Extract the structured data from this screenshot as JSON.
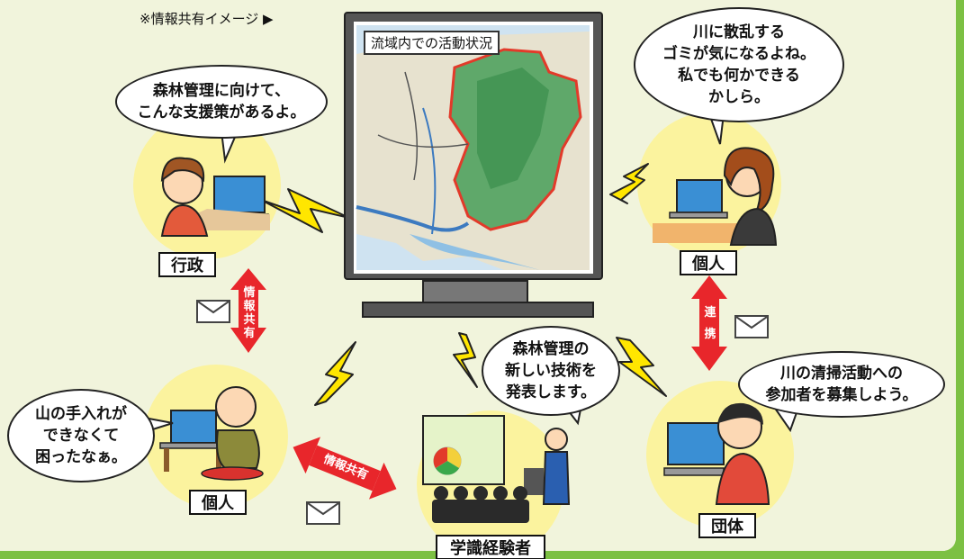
{
  "caption": "※情報共有イメージ ▶",
  "screen": {
    "map_title": "流域内での活動状況"
  },
  "labels": {
    "gov": "行政",
    "individual_top": "個人",
    "individual_bottom": "個人",
    "academic": "学識経験者",
    "group": "団体"
  },
  "bubbles": {
    "gov": "森林管理に向けて、\nこんな支援策があるよ。",
    "individual_top": "川に散乱する\nゴミが気になるよね。\n私でも何かできる\nかしら。",
    "academic": "森林管理の\n新しい技術を\n発表します。",
    "group": "川の清掃活動への\n参加者を募集しよう。",
    "individual_bottom": "山の手入れが\nできなくて\n困ったなぁ。"
  },
  "arrows": {
    "left_vertical": "情\n報\n共\n有",
    "right_vertical": "連\n携",
    "diagonal": "情報共有"
  },
  "colors": {
    "accent_green": "#7cc043",
    "arrow_red": "#e8262b",
    "person_circle": "#fbf39e",
    "lightning": "#ffe600"
  }
}
